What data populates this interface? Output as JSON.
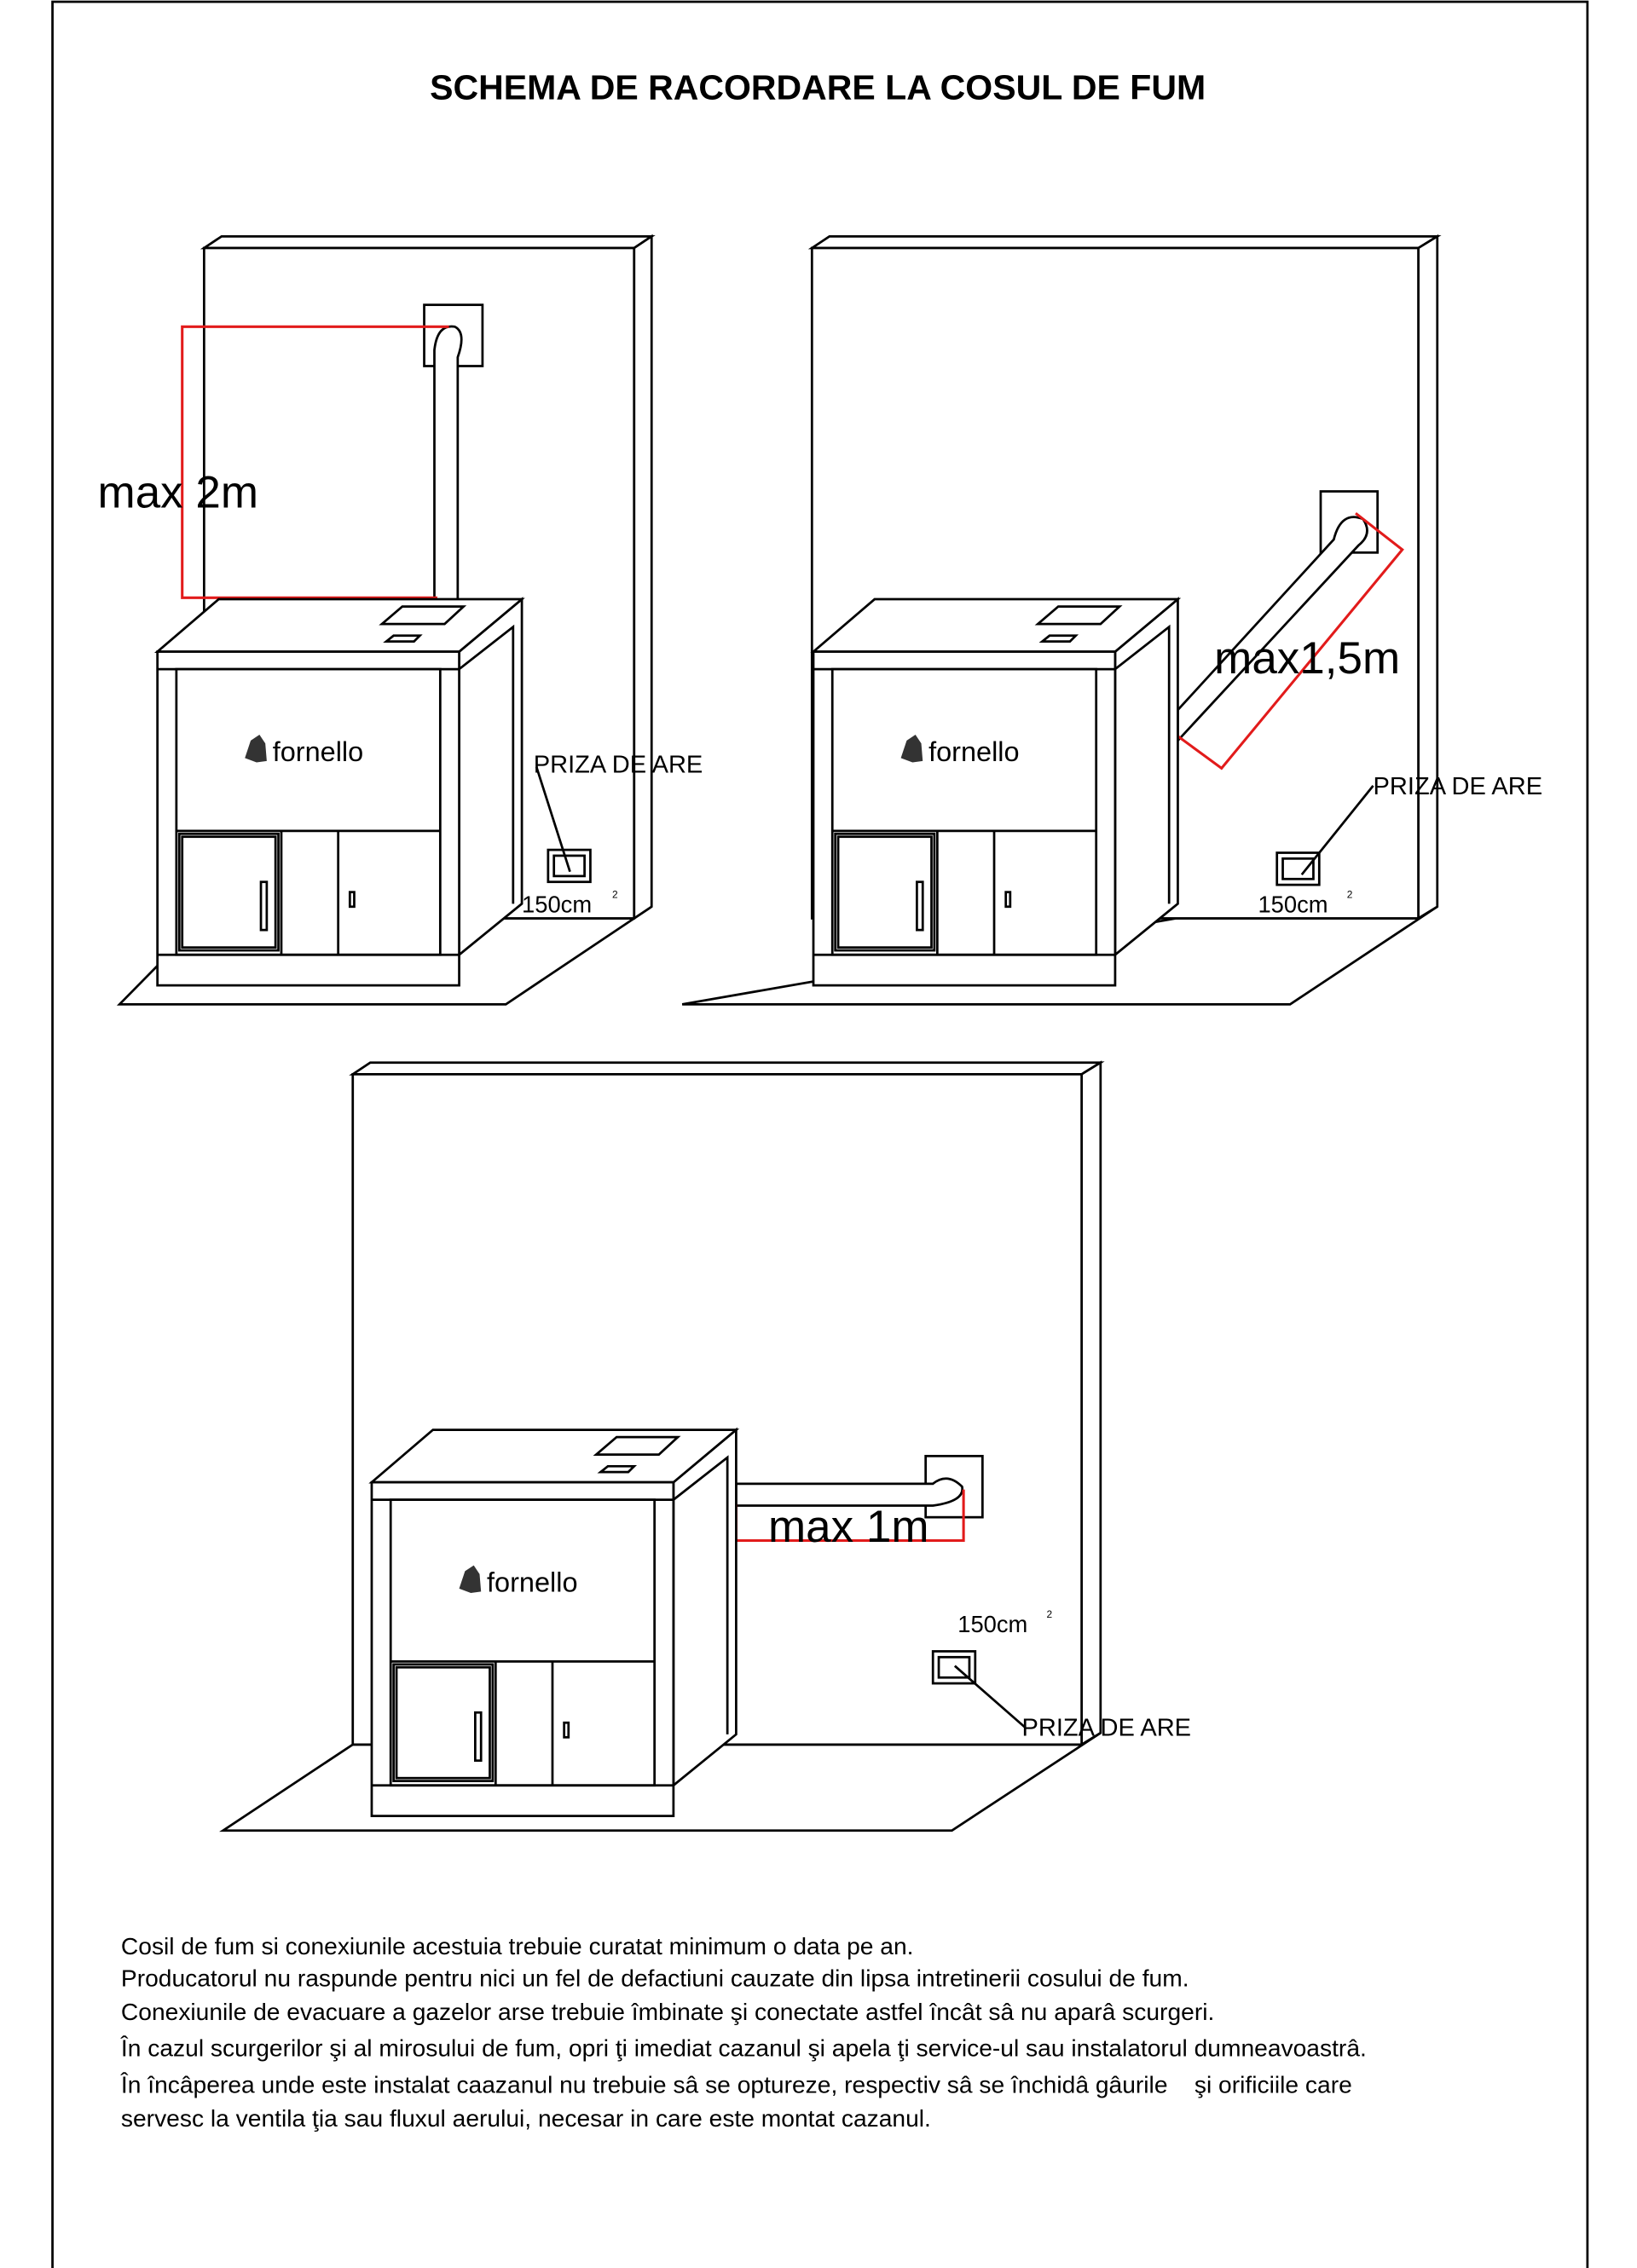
{
  "title": "SCHEMA DE RACORDARE LA COSUL DE FUM",
  "brand": "fornello",
  "scenes": [
    {
      "limit_label": "max 2m",
      "air_intake_label": "PRIZA DE ARE",
      "area_label": "150cm",
      "area_sup": "2"
    },
    {
      "limit_label": "max1,5m",
      "air_intake_label": "PRIZA DE ARE",
      "area_label": "150cm",
      "area_sup": "2"
    },
    {
      "limit_label": "max 1m",
      "air_intake_label": "PRIZA DE ARE",
      "area_label": "150cm",
      "area_sup": "2"
    }
  ],
  "notes": [
    "Cosil de fum si conexiunile acestuia trebuie curatat minimum o data pe an.",
    "Producatorul nu raspunde pentru nici un fel de defactiuni cauzate din lipsa intretinerii cosului de fum.",
    "Conexiunile de evacuare a gazelor arse trebuie îmbinate şi conectate astfel încât sâ nu aparâ scurgeri.",
    "În cazul scurgerilor şi al mirosului de fum, opri ţi imediat cazanul şi apela ţi service-ul sau instalatorul dumneavoastrâ.",
    "În încâperea unde este instalat caazanul nu trebuie sâ se optureze, respectiv sâ se închidâ gâurile    şi orificiile care",
    "servesc la ventila ţia sau fluxul aerului, necesar in care este montat cazanul."
  ],
  "colors": {
    "limit_line": "#e21b1b",
    "ink": "#000000"
  }
}
